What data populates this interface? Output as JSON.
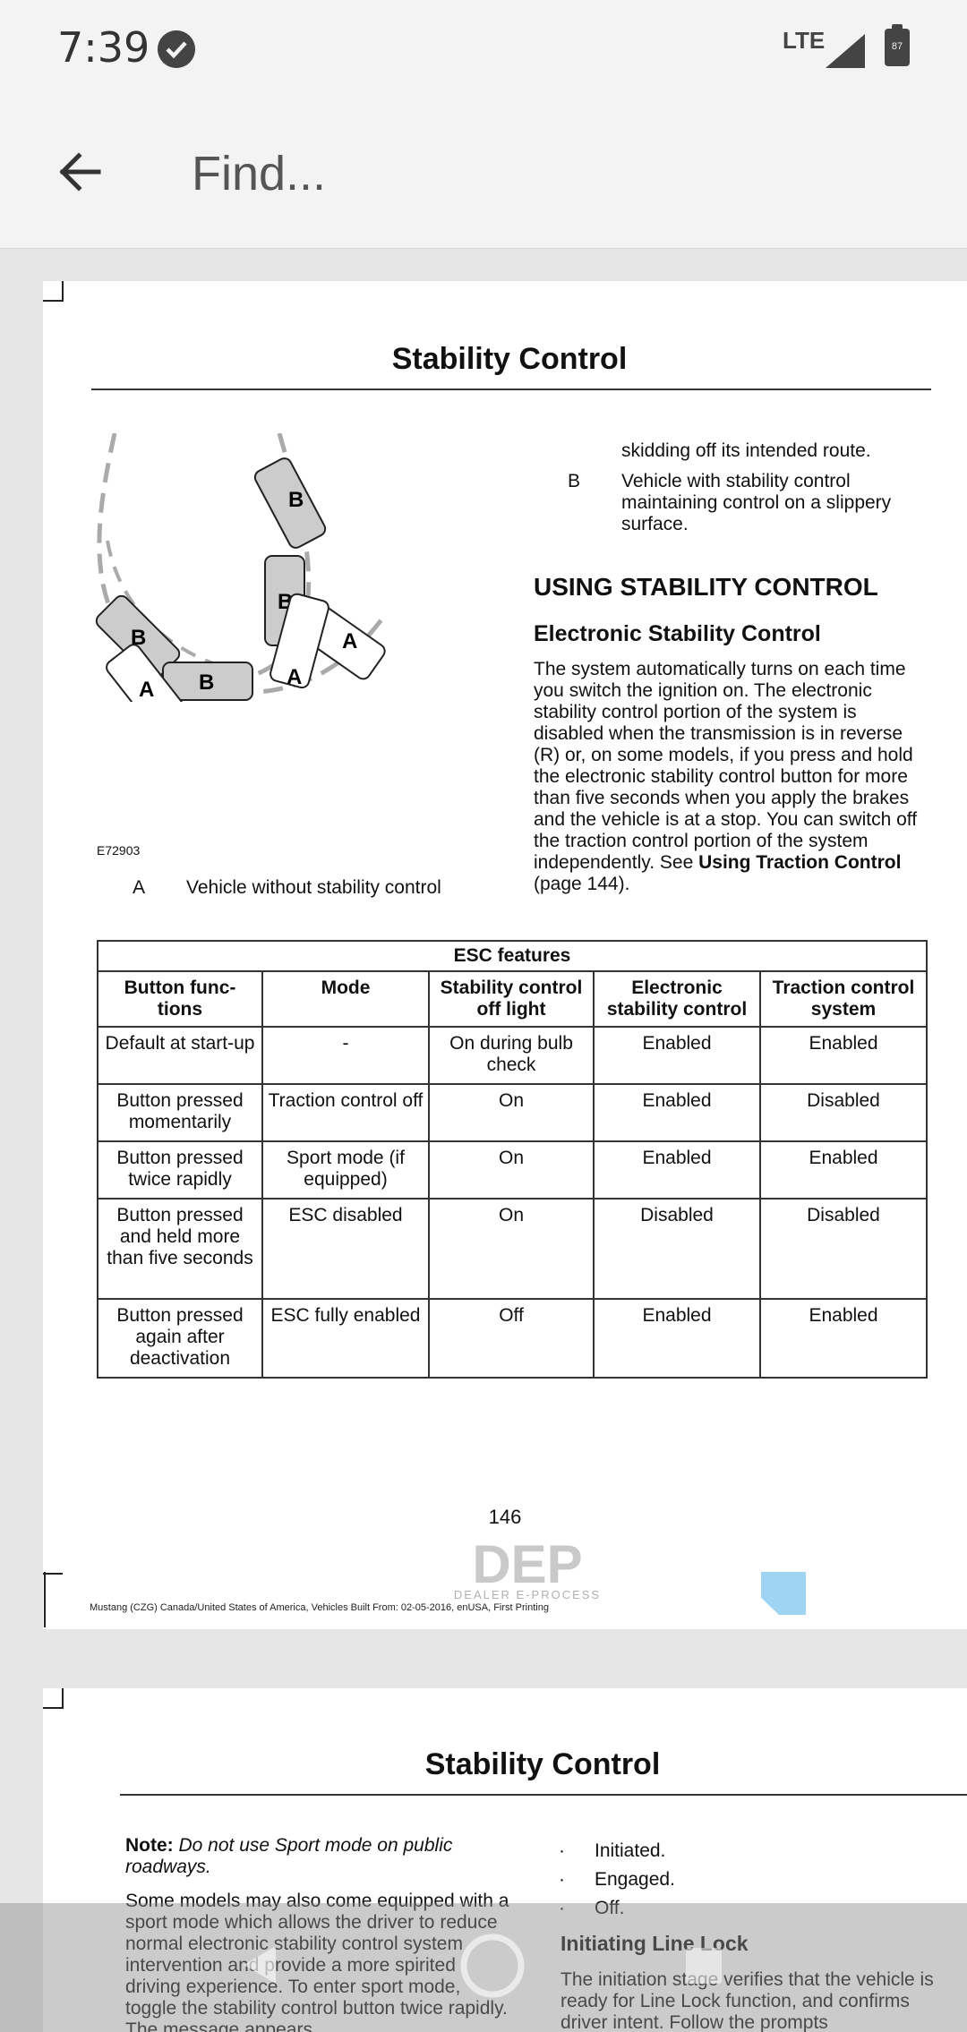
{
  "status_bar": {
    "time": "7:39",
    "network": "LTE",
    "battery": "87"
  },
  "find_bar": {
    "placeholder": "Find..."
  },
  "page1": {
    "title": "Stability Control",
    "figure_id": "E72903",
    "figure_labels": {
      "a": "A",
      "b": "B"
    },
    "caption_a_letter": "A",
    "caption_a_text": "Vehicle without stability control",
    "caption_a_cont": "skidding off its intended route.",
    "caption_b_letter": "B",
    "caption_b_text": "Vehicle with stability control maintaining control on a slippery surface.",
    "section_heading": "USING STABILITY CONTROL",
    "sub_heading": "Electronic Stability Control",
    "paragraph_start": "The system automatically turns on each time you switch the ignition on. The electronic stability control portion of the system is disabled when the transmission is in reverse (R) or, on some models, if you press and hold the electronic stability control button for more than five seconds when you apply the brakes and the vehicle is at a stop. You can switch off the traction control portion of the system independently.  See ",
    "paragraph_link": "Using Traction Control",
    "paragraph_end": " (page 144).",
    "table": {
      "caption": "ESC features",
      "headers": [
        "Button func-tions",
        "Mode",
        "Stability control off light",
        "Electronic stability control",
        "Traction control system"
      ],
      "rows": [
        [
          "Default at start-up",
          "-",
          "On during bulb check",
          "Enabled",
          "Enabled"
        ],
        [
          "Button pressed momentarily",
          "Traction control off",
          "On",
          "Enabled",
          "Disabled"
        ],
        [
          "Button pressed twice rapidly",
          "Sport mode (if equipped)",
          "On",
          "Enabled",
          "Enabled"
        ],
        [
          "Button pressed and held more than five seconds",
          "ESC disabled",
          "On",
          "Disabled",
          "Disabled"
        ],
        [
          "Button pressed again after deactivation",
          "ESC fully enabled",
          "Off",
          "Enabled",
          "Enabled"
        ]
      ]
    },
    "page_number": "146",
    "logo_text": "DEP",
    "logo_subtext": "DEALER E-PROCESS",
    "footer": "Mustang (CZG) Canada/United States of America, Vehicles Built From: 02-05-2016, enUSA, First Printing"
  },
  "page2": {
    "title": "Stability Control",
    "note_label": "Note:",
    "note_text": " Do not use Sport mode on public roadways.",
    "left_paragraph": "Some models may also come equipped with a sport mode which allows the driver to reduce normal electronic stability control system intervention and provide a more spirited driving experience. To enter sport mode, toggle the stability control button twice rapidly. The message appears",
    "bullets": [
      "Initiated.",
      "Engaged.",
      "Off."
    ],
    "right_heading": "Initiating Line Lock",
    "right_paragraph": "The initiation stage verifies that the vehicle is ready for Line Lock function, and confirms driver intent. Follow the prompts"
  }
}
